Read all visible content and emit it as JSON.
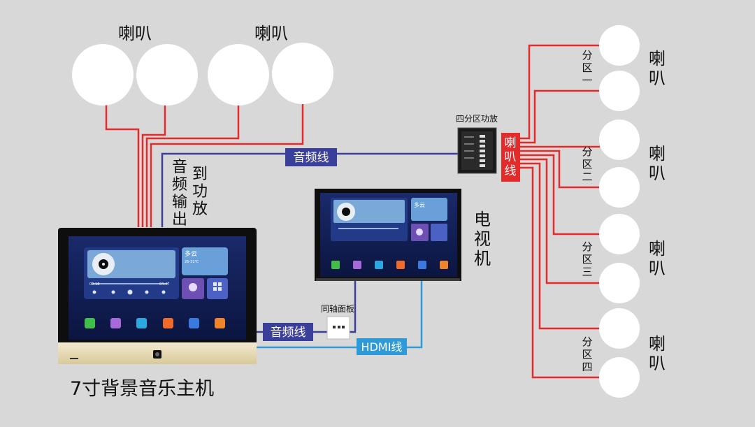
{
  "labels": {
    "speaker_left_1": "喇叭",
    "speaker_left_2": "喇叭",
    "audio_out_line1": "音",
    "audio_out_line2": "频",
    "audio_out_line3": "输",
    "audio_out_line4": "出",
    "to_amp_line1": "到",
    "to_amp_line2": "功",
    "to_amp_line3": "放",
    "audio_cable_top": "音频线",
    "amp_title": "四分区功放",
    "speaker_wire_1": "喇",
    "speaker_wire_2": "叭",
    "speaker_wire_3": "线",
    "tv_1": "电",
    "tv_2": "视",
    "tv_3": "机",
    "coax_panel": "同轴面板",
    "audio_cable_bottom": "音频线",
    "hdmi_cable": "HDMI线",
    "host_name": "7寸背景音乐主机",
    "zone1_a": "分",
    "zone1_b": "区",
    "zone1_c": "一",
    "zone2_a": "分",
    "zone2_b": "区",
    "zone2_c": "二",
    "zone3_a": "分",
    "zone3_b": "区",
    "zone3_c": "三",
    "zone4_a": "分",
    "zone4_b": "区",
    "zone4_c": "四",
    "spk_r1_a": "喇",
    "spk_r1_b": "叭",
    "spk_r2_a": "喇",
    "spk_r2_b": "叭",
    "spk_r3_a": "喇",
    "spk_r3_b": "叭",
    "spk_r4_a": "喇",
    "spk_r4_b": "叭"
  },
  "screen": {
    "weather": "多云",
    "temp": "26-31℃",
    "time": "04:47",
    "time_start": "00:18"
  },
  "colors": {
    "speaker_wire": "#e32b2b",
    "audio_cable": "#3a3f9a",
    "hdmi_cable": "#2f9ad8",
    "background": "#d8d8d8"
  }
}
